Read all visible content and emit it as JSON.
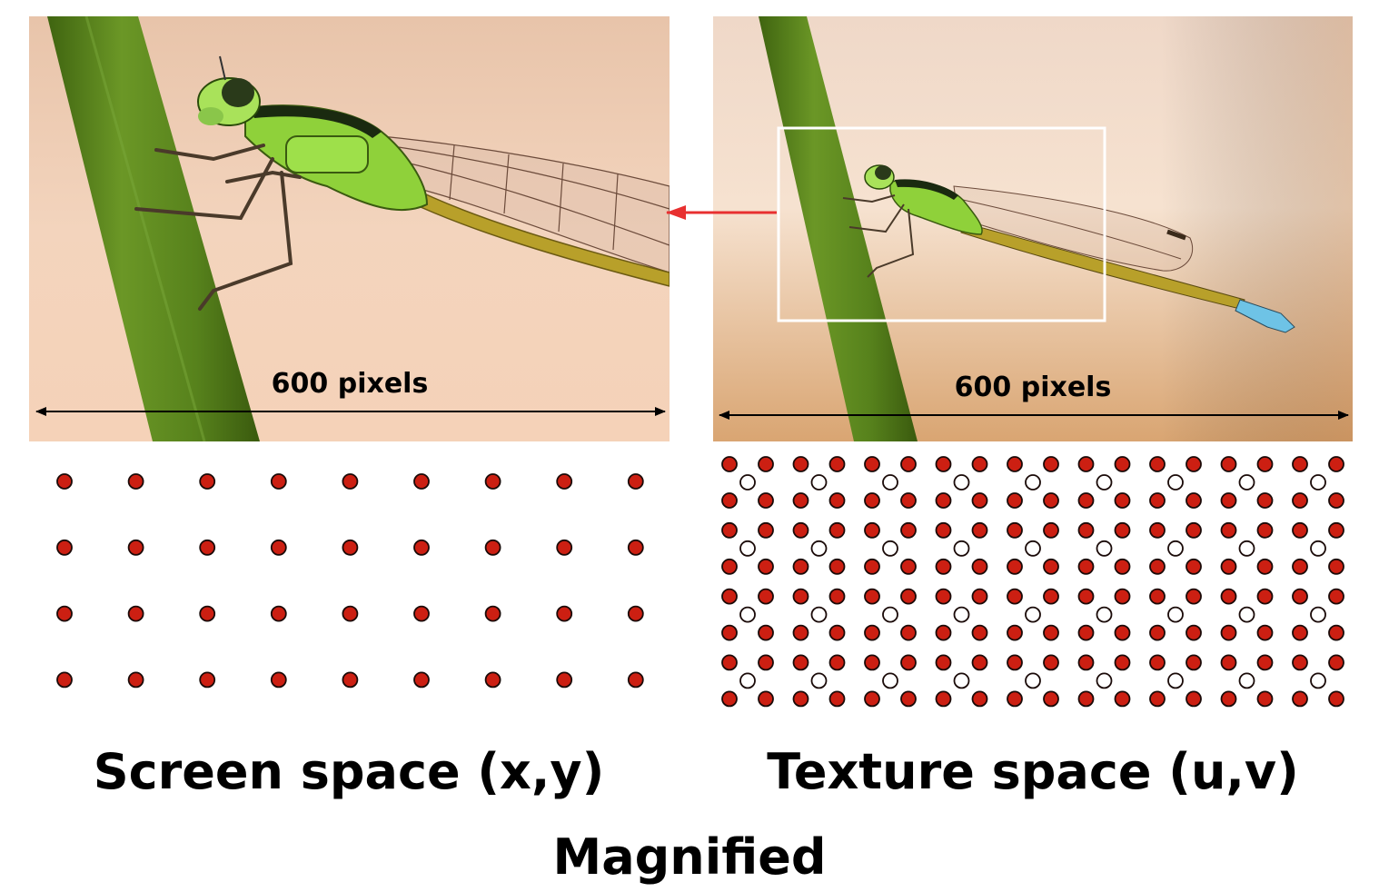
{
  "left_panel": {
    "width_label": "600 pixels",
    "caption": "Screen space (x,y)",
    "sample_grid": {
      "rows": 4,
      "cols": 9
    }
  },
  "right_panel": {
    "width_label": "600 pixels",
    "caption": "Texture space (u,v)",
    "sample_grid": {
      "cells_across": 9,
      "cells_down": 4,
      "red_per_cell": 4,
      "white_per_cell": 1
    }
  },
  "footer_caption": "Magnified",
  "colors": {
    "sample_red": "#cc1f12",
    "sample_outline": "#1a0a08",
    "sample_white": "#ffffff",
    "selection_box": "#ffffff",
    "arrow": "#e83030",
    "stem_green": "#5e8a1e",
    "background_peach": "#f2cdb2",
    "damselfly_green": "#8fd13a",
    "damselfly_tail_blue": "#6ec3e6"
  },
  "icons": {
    "damselfly": "damselfly-photo",
    "sample_dot": "circle-dot"
  }
}
